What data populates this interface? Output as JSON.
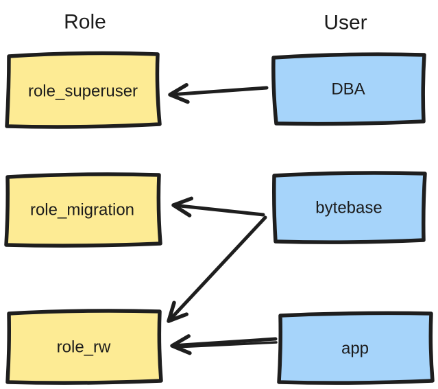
{
  "diagram": {
    "columns": [
      {
        "id": "role",
        "label": "Role"
      },
      {
        "id": "user",
        "label": "User"
      }
    ],
    "nodes": [
      {
        "id": "role_superuser",
        "label": "role_superuser",
        "column": "role",
        "fill": "#FDEB94"
      },
      {
        "id": "DBA",
        "label": "DBA",
        "column": "user",
        "fill": "#A6D4FA"
      },
      {
        "id": "role_migration",
        "label": "role_migration",
        "column": "role",
        "fill": "#FDEB94"
      },
      {
        "id": "bytebase",
        "label": "bytebase",
        "column": "user",
        "fill": "#A6D4FA"
      },
      {
        "id": "role_rw",
        "label": "role_rw",
        "column": "role",
        "fill": "#FDEB94"
      },
      {
        "id": "app",
        "label": "app",
        "column": "user",
        "fill": "#A6D4FA"
      }
    ],
    "edges": [
      {
        "from": "DBA",
        "to": "role_superuser"
      },
      {
        "from": "bytebase",
        "to": "role_migration"
      },
      {
        "from": "bytebase",
        "to": "role_rw"
      },
      {
        "from": "app",
        "to": "role_rw"
      }
    ],
    "colors": {
      "stroke": "#1e1e1e",
      "background": "#ffffff",
      "role_fill": "#FDEB94",
      "user_fill": "#A6D4FA"
    }
  }
}
